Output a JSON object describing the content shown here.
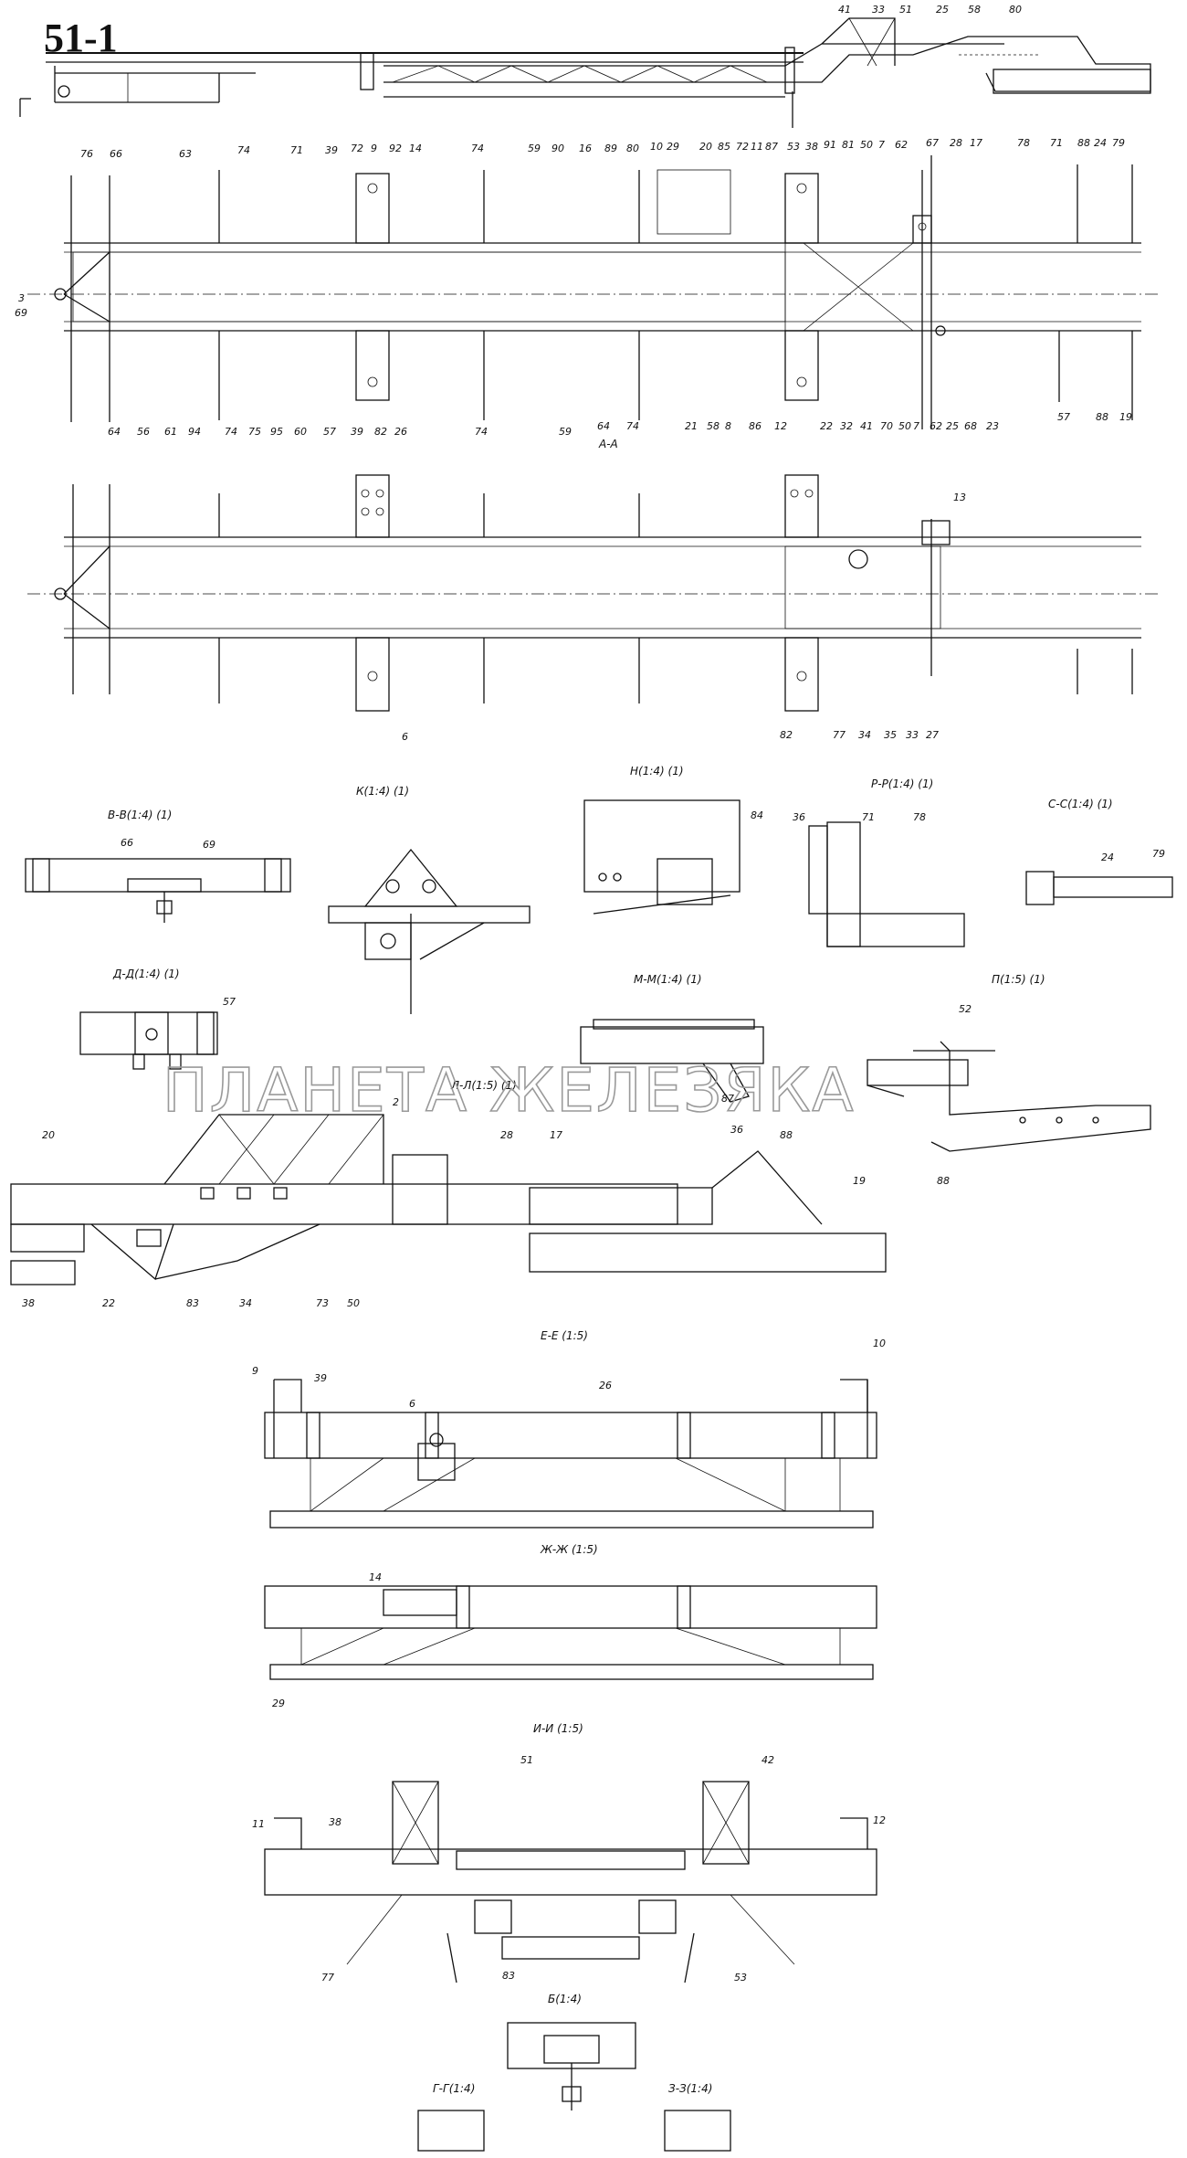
{
  "page": {
    "title": "51-1",
    "watermark": "ПЛАНЕТА ЖЕЛЕЗЯКА"
  },
  "captions": {
    "section_aa": "А-А",
    "view_vv": "В-В(1:4) (1)",
    "view_k": "К(1:4) (1)",
    "view_n": "Н(1:4) (1)",
    "view_rr": "Р-Р(1:4) (1)",
    "view_ss": "С-С(1:4) (1)",
    "view_dd": "Д-Д(1:4) (1)",
    "view_mm": "М-М(1:4) (1)",
    "view_p": "П(1:5) (1)",
    "view_ll": "Л-Л(1:5) (1)",
    "view_ee": "Е-Е (1:5)",
    "view_zhzh": "Ж-Ж (1:5)",
    "view_ii": "И-И (1:5)",
    "view_b": "Б(1:4)",
    "view_gg": "Г-Г(1:4)",
    "view_zz": "З-З(1:4)"
  },
  "callouts": {
    "top": [
      "41",
      "33",
      "51",
      "25",
      "58",
      "80"
    ],
    "plan_upper": [
      "76",
      "66",
      "63",
      "74",
      "71",
      "39",
      "72",
      "9",
      "92",
      "14",
      "74",
      "59",
      "90",
      "16",
      "89",
      "80",
      "10",
      "29",
      "20",
      "85",
      "72",
      "11",
      "87",
      "53",
      "38",
      "91",
      "81",
      "50",
      "7",
      "62",
      "67",
      "28",
      "17",
      "78",
      "71",
      "88",
      "24",
      "79"
    ],
    "plan_lower": [
      "64",
      "56",
      "61",
      "94",
      "74",
      "75",
      "95",
      "60",
      "57",
      "39",
      "82",
      "26",
      "74",
      "59",
      "64",
      "74",
      "21",
      "58",
      "8",
      "86",
      "12",
      "22",
      "32",
      "41",
      "70",
      "50",
      "7",
      "62",
      "25",
      "68",
      "23",
      "57",
      "88",
      "19"
    ],
    "plan_side": [
      "69",
      "3"
    ],
    "plan2": [
      "6",
      "82",
      "77",
      "34",
      "35",
      "33",
      "27",
      "13"
    ],
    "detail": [
      "66",
      "69",
      "84",
      "36",
      "71",
      "78",
      "24",
      "79",
      "57",
      "87",
      "52",
      "19",
      "88",
      "20",
      "2",
      "28",
      "17",
      "36",
      "88",
      "38",
      "22",
      "83",
      "34",
      "73",
      "50",
      "9",
      "39",
      "26",
      "6",
      "10",
      "14",
      "29",
      "51",
      "42",
      "11",
      "38",
      "12",
      "77",
      "83",
      "53"
    ]
  }
}
